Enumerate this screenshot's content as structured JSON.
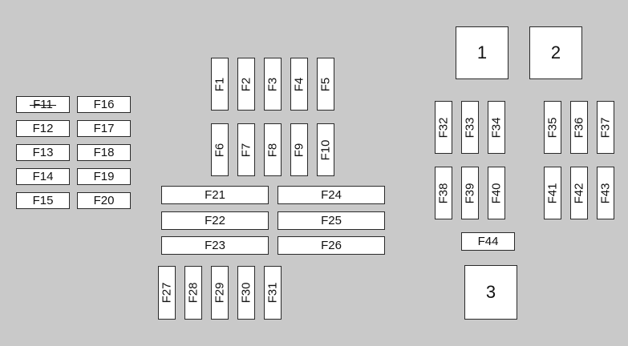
{
  "fuses": [
    {
      "id": "f11",
      "label": "F11"
    },
    {
      "id": "f12",
      "label": "F12"
    },
    {
      "id": "f13",
      "label": "F13"
    },
    {
      "id": "f14",
      "label": "F14"
    },
    {
      "id": "f15",
      "label": "F15"
    },
    {
      "id": "f16",
      "label": "F16"
    },
    {
      "id": "f17",
      "label": "F17"
    },
    {
      "id": "f18",
      "label": "F18"
    },
    {
      "id": "f19",
      "label": "F19"
    },
    {
      "id": "f20",
      "label": "F20"
    },
    {
      "id": "f1",
      "label": "F1"
    },
    {
      "id": "f2",
      "label": "F2"
    },
    {
      "id": "f3",
      "label": "F3"
    },
    {
      "id": "f4",
      "label": "F4"
    },
    {
      "id": "f5",
      "label": "F5"
    },
    {
      "id": "f6",
      "label": "F6"
    },
    {
      "id": "f7",
      "label": "F7"
    },
    {
      "id": "f8",
      "label": "F8"
    },
    {
      "id": "f9",
      "label": "F9"
    },
    {
      "id": "f10",
      "label": "F10"
    },
    {
      "id": "f21",
      "label": "F21"
    },
    {
      "id": "f22",
      "label": "F22"
    },
    {
      "id": "f23",
      "label": "F23"
    },
    {
      "id": "f24",
      "label": "F24"
    },
    {
      "id": "f25",
      "label": "F25"
    },
    {
      "id": "f26",
      "label": "F26"
    },
    {
      "id": "f27",
      "label": "F27"
    },
    {
      "id": "f28",
      "label": "F28"
    },
    {
      "id": "f29",
      "label": "F29"
    },
    {
      "id": "f30",
      "label": "F30"
    },
    {
      "id": "f31",
      "label": "F31"
    },
    {
      "id": "f32",
      "label": "F32"
    },
    {
      "id": "f33",
      "label": "F33"
    },
    {
      "id": "f34",
      "label": "F34"
    },
    {
      "id": "f35",
      "label": "F35"
    },
    {
      "id": "f36",
      "label": "F36"
    },
    {
      "id": "f37",
      "label": "F37"
    },
    {
      "id": "f38",
      "label": "F38"
    },
    {
      "id": "f39",
      "label": "F39"
    },
    {
      "id": "f40",
      "label": "F40"
    },
    {
      "id": "f41",
      "label": "F41"
    },
    {
      "id": "f42",
      "label": "F42"
    },
    {
      "id": "f43",
      "label": "F43"
    },
    {
      "id": "f44",
      "label": "F44"
    }
  ],
  "relays": [
    {
      "id": "r1",
      "label": "1"
    },
    {
      "id": "r2",
      "label": "2"
    },
    {
      "id": "r3",
      "label": "3"
    }
  ]
}
